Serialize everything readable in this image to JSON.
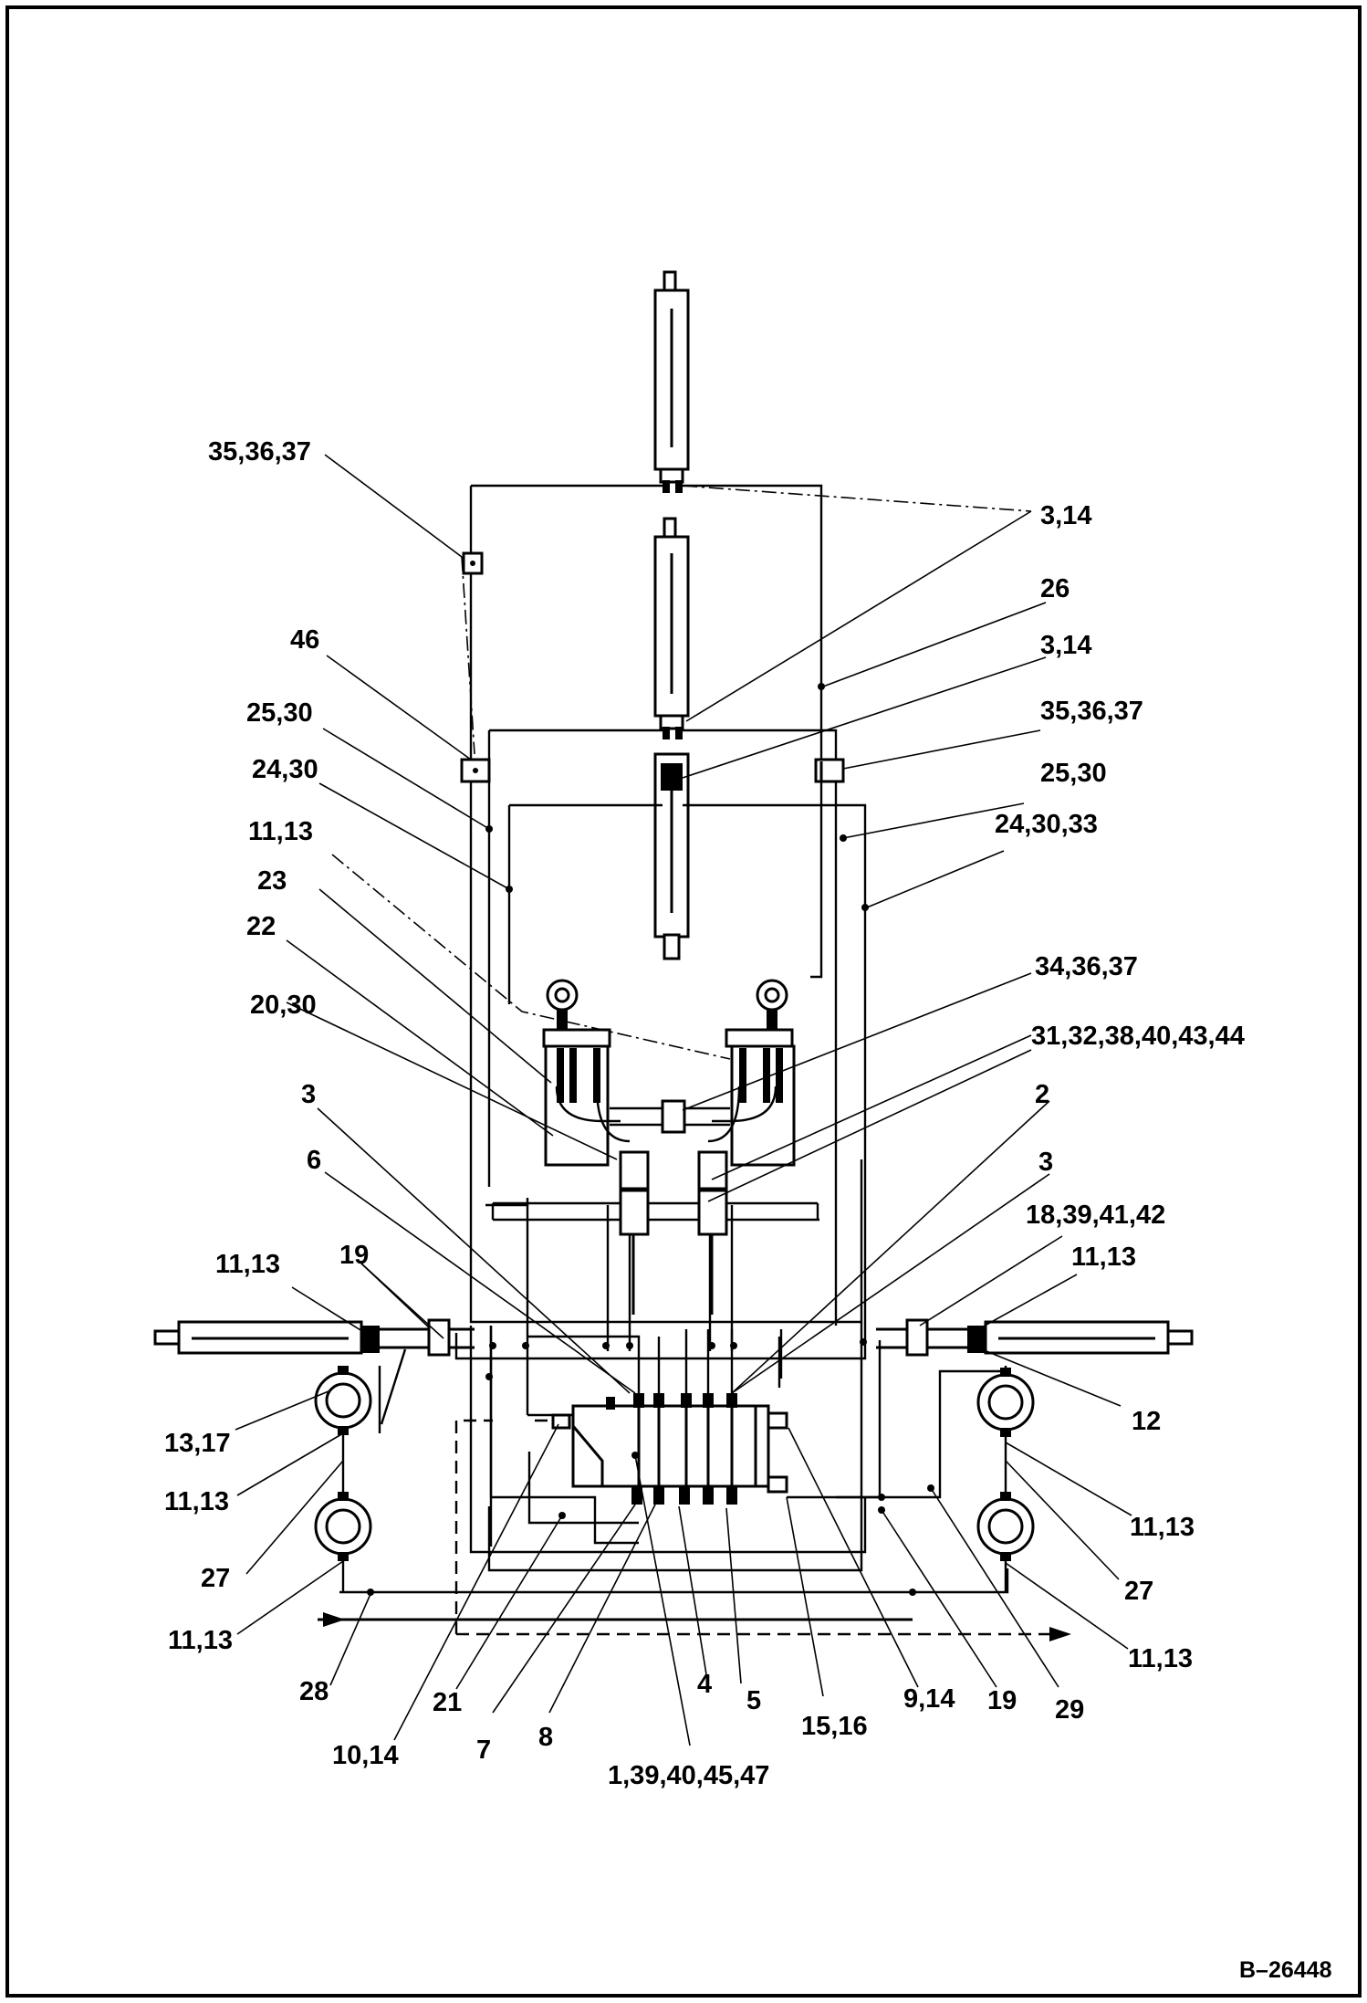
{
  "figure_ref": "B–26448",
  "callouts": [
    "35,36,37",
    "3,14",
    "26",
    "3,14",
    "46",
    "25,30",
    "35,36,37",
    "24,30",
    "25,30",
    "11,13",
    "24,30,33",
    "23",
    "22",
    "34,36,37",
    "20,30",
    "31,32,38,40,43,44",
    "3",
    "2",
    "6",
    "3",
    "18,39,41,42",
    "11,13",
    "19",
    "11,13",
    "12",
    "13,17",
    "11,13",
    "11,13",
    "27",
    "27",
    "11,13",
    "11,13",
    "28",
    "21",
    "4",
    "5",
    "15,16",
    "9,14",
    "19",
    "29",
    "10,14",
    "7",
    "8",
    "1,39,40,45,47"
  ]
}
